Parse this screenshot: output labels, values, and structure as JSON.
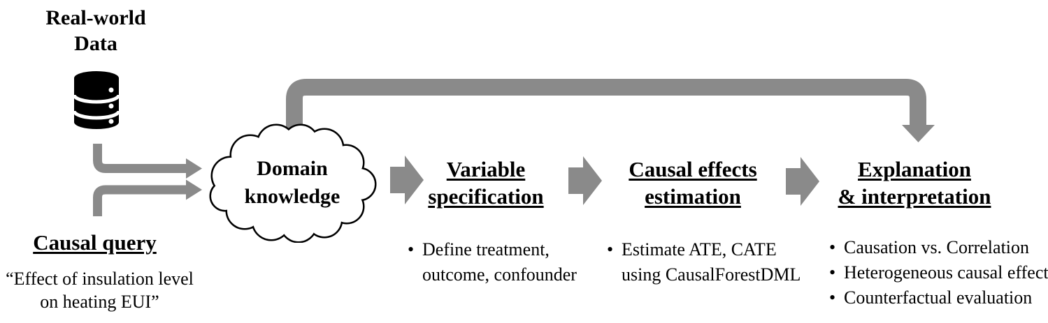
{
  "page": {
    "background": "#ffffff",
    "arrow_color": "#8a8a8a",
    "text_color": "#000000",
    "bullet_char": "•"
  },
  "data_source": {
    "title_lines": [
      "Real-world",
      "Data"
    ],
    "icon": "database-icon"
  },
  "causal_query": {
    "title": "Causal query",
    "quote_lines": [
      "“Effect of insulation level",
      "on heating EUI”"
    ]
  },
  "domain_knowledge": {
    "label_lines": [
      "Domain",
      "knowledge"
    ],
    "shape": "cloud"
  },
  "steps": [
    {
      "title_lines": [
        "Variable",
        "specification"
      ],
      "bullets": [
        {
          "lines": [
            "Define treatment,",
            "outcome, confounder"
          ]
        }
      ]
    },
    {
      "title_lines": [
        "Causal effects",
        "estimation"
      ],
      "bullets": [
        {
          "lines": [
            "Estimate ATE, CATE",
            "using CausalForestDML"
          ]
        }
      ]
    },
    {
      "title_lines": [
        "Explanation",
        "& interpretation"
      ],
      "bullets": [
        {
          "lines": [
            "Causation vs. Correlation"
          ]
        },
        {
          "lines": [
            "Heterogeneous causal effect"
          ]
        },
        {
          "lines": [
            "Counterfactual evaluation"
          ]
        }
      ]
    }
  ]
}
